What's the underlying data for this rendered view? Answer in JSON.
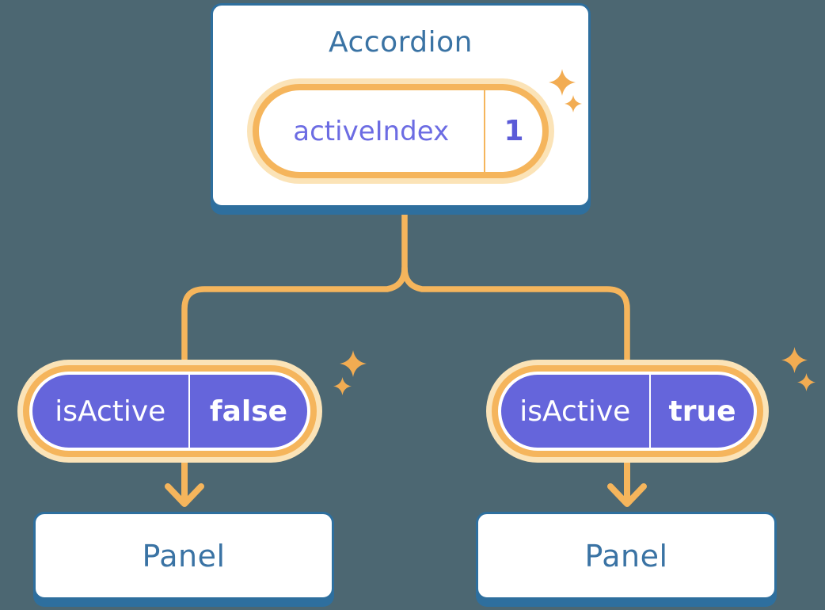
{
  "colors": {
    "background": "#4C6772",
    "card_fill": "#FFFFFF",
    "blue_border": "#2E6F9E",
    "blue_text": "#3A73A4",
    "orange_line": "#F5B55C",
    "orange_glow": "#FBE3B7",
    "sparkle_orange": "#F2AC52",
    "purple_fill": "#6565DB",
    "purple_text": "#6C6CE3",
    "purple_value_text": "#5B5BD8",
    "pill_text_white": "#FFFFFF"
  },
  "icons": {
    "sparkle": "four-point-star",
    "arrow": "downward-chevron-arrow"
  },
  "diagram": {
    "type": "component-tree",
    "root": {
      "title": "Accordion",
      "state": {
        "name": "activeIndex",
        "value": "1"
      }
    },
    "children": [
      {
        "prop": {
          "name": "isActive",
          "value": "false"
        },
        "panel_label": "Panel"
      },
      {
        "prop": {
          "name": "isActive",
          "value": "true"
        },
        "panel_label": "Panel"
      }
    ]
  }
}
